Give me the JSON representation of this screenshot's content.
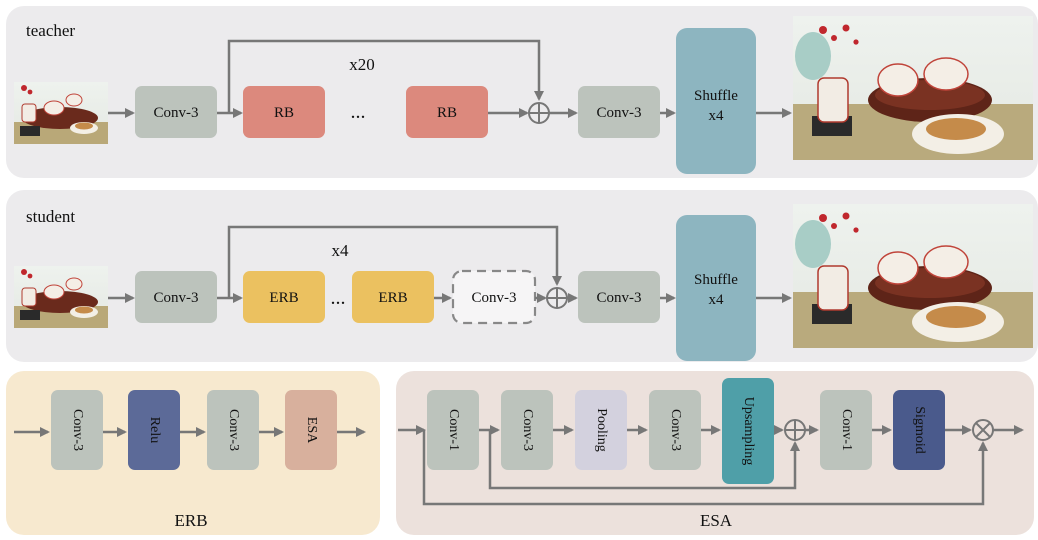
{
  "teacher": {
    "title": "teacher",
    "conv_in": "Conv-3",
    "rb_first": "RB",
    "dots": "...",
    "rb_last": "RB",
    "repeat": "x20",
    "conv_out": "Conv-3",
    "shuffle_line1": "Shuffle",
    "shuffle_line2": "x4"
  },
  "student": {
    "title": "student",
    "conv_in": "Conv-3",
    "erb_first": "ERB",
    "dots": "...",
    "erb_last": "ERB",
    "conv_dashed": "Conv-3",
    "repeat": "x4",
    "conv_out": "Conv-3",
    "shuffle_line1": "Shuffle",
    "shuffle_line2": "x4"
  },
  "erb": {
    "title": "ERB",
    "blocks": [
      "Conv-3",
      "Relu",
      "Conv-3",
      "ESA"
    ]
  },
  "esa": {
    "title": "ESA",
    "blocks": [
      "Conv-1",
      "Conv-3",
      "Pooling",
      "Conv-3",
      "Upsampling",
      "Conv-1",
      "Sigmoid"
    ]
  },
  "colors": {
    "panel_bg": "#ecebed",
    "erb_panel_bg": "#f7e9cf",
    "esa_panel_bg": "#ece1dc",
    "conv": "#bcc3bc",
    "rb": "#dc897d",
    "erb_block": "#ebc160",
    "shuffle": "#8db5c0",
    "relu": "#5c6a98",
    "esa_block": "#d8b09d",
    "pooling": "#d3d1de",
    "upsampling": "#4f9fa8",
    "sigmoid": "#4a5a8c",
    "arrow": "#777777"
  }
}
